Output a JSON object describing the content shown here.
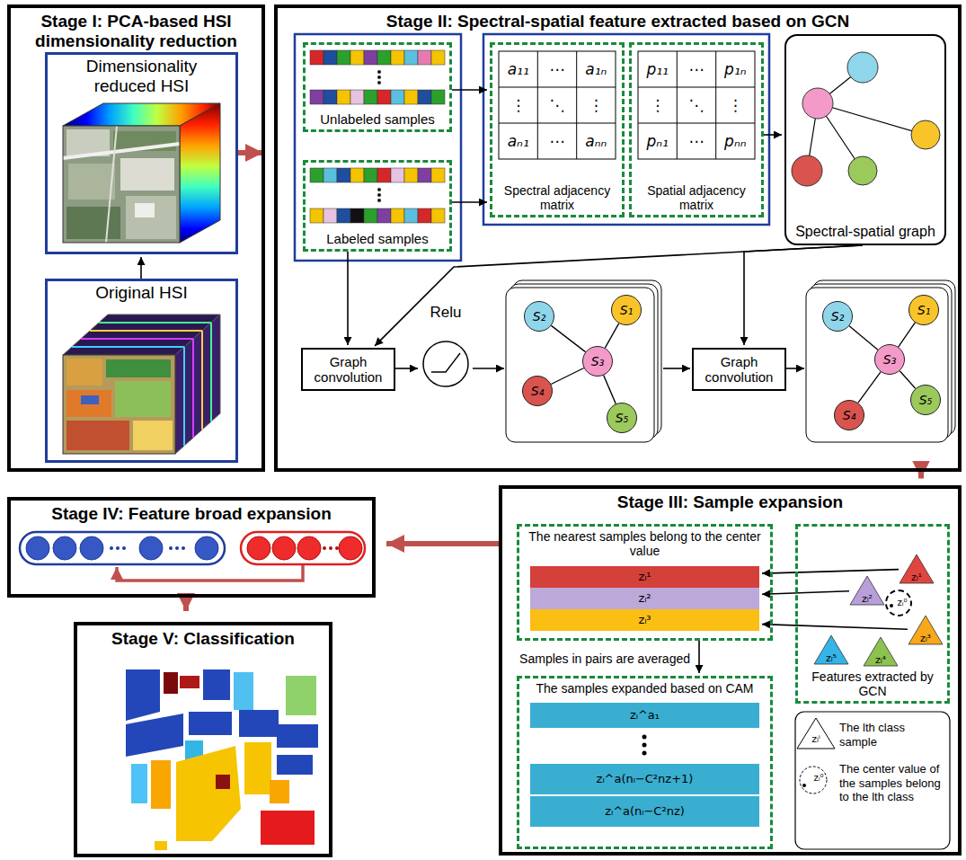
{
  "diagram": {
    "nodes": [
      {
        "text": [
          "Stage I: PCA-based HSI dimensionality reduction"
        ]
      },
      {
        "text": [
          "Dimensionality reduced HSI"
        ],
        "in": 0
      },
      {
        "text": [
          "Original HSI"
        ],
        "in": 0
      },
      {
        "text": [
          "Stage II: Spectral-spatial feature extracted based on GCN"
        ]
      },
      {
        "text": [
          "Unlabeled samples"
        ],
        "in": 3
      },
      {
        "text": [
          "Labeled samples"
        ],
        "in": 3
      },
      {
        "text": [
          "Spectral adjacency matrix"
        ],
        "in": 3
      },
      {
        "text": [
          "Spatial adjacency matrix"
        ],
        "in": 3
      },
      {
        "text": [
          "Spectral-spatial graph"
        ],
        "in": 3
      },
      {
        "text": [
          "Graph convolution"
        ],
        "in": 3
      },
      {
        "text": [
          "Relu"
        ],
        "in": 3
      },
      {
        "text": [
          "S₂"
        ],
        "in": 3
      },
      {
        "text": [
          "S₁"
        ],
        "in": 3
      },
      {
        "text": [
          "S₃"
        ],
        "in": 3
      },
      {
        "text": [
          "S₄"
        ],
        "in": 3
      },
      {
        "text": [
          "S₅"
        ],
        "in": 3
      },
      {
        "text": [
          "Graph convolution"
        ],
        "in": 3
      },
      {
        "text": [
          "S₂"
        ],
        "in": 3
      },
      {
        "text": [
          "S₁"
        ],
        "in": 3
      },
      {
        "text": [
          "S₃"
        ],
        "in": 3
      },
      {
        "text": [
          "S₅"
        ],
        "in": 3
      },
      {
        "text": [
          "S₄"
        ],
        "in": 3
      },
      {
        "text": [
          "Stage III: Sample expansion"
        ]
      },
      {
        "text": [
          "The nearest samples belong to the center value"
        ],
        "in": 22
      },
      {
        "text": [
          "zₗ¹"
        ],
        "in": 23
      },
      {
        "text": [
          "zₗ²"
        ],
        "in": 23
      },
      {
        "text": [
          "zₗ³"
        ],
        "in": 23
      },
      {
        "text": [
          "Features extracted by GCN"
        ],
        "in": 22
      },
      {
        "text": [
          "zₗ¹"
        ],
        "in": 27
      },
      {
        "text": [
          "zₗ²"
        ],
        "in": 27
      },
      {
        "text": [
          "zₗ⁰"
        ],
        "in": 27
      },
      {
        "text": [
          "zₗ³"
        ],
        "in": 27
      },
      {
        "text": [
          "zₗ⁵"
        ],
        "in": 27
      },
      {
        "text": [
          "zₗ⁴"
        ],
        "in": 27
      },
      {
        "text": [
          "The samples expanded based on CAM"
        ],
        "in": 22
      },
      {
        "text": [
          "zₗ^a₁"
        ],
        "in": 34
      },
      {
        "text": [
          "zₗ^a(nₗ−C²nz+1)"
        ],
        "in": 34
      },
      {
        "text": [
          "zₗ^a(nₗ−C²nz)"
        ],
        "in": 34
      },
      {
        "text": [
          "Stage IV: Feature broad expansion"
        ]
      },
      {
        "text": [
          "Stage V: Classification"
        ]
      }
    ],
    "edges": [
      {
        "from": 2,
        "to": 1,
        "arrow": "to"
      },
      {
        "from": 1,
        "to": 3,
        "arrow": "to"
      },
      {
        "from": 4,
        "to": 6,
        "arrow": "to"
      },
      {
        "from": 5,
        "to": 6,
        "arrow": "to"
      },
      {
        "from": 7,
        "to": 8,
        "arrow": "to"
      },
      {
        "from": 5,
        "to": 9,
        "arrow": "to"
      },
      {
        "from": 8,
        "to": 9,
        "arrow": "to"
      },
      {
        "from": 9,
        "to": 10,
        "arrow": "to"
      },
      {
        "from": 8,
        "to": 16,
        "arrow": "to"
      },
      {
        "from": 13,
        "to": 11,
        "arrow": "none"
      },
      {
        "from": 13,
        "to": 12,
        "arrow": "none"
      },
      {
        "from": 13,
        "to": 14,
        "arrow": "none"
      },
      {
        "from": 13,
        "to": 15,
        "arrow": "none"
      },
      {
        "from": 19,
        "to": 17,
        "arrow": "none"
      },
      {
        "from": 19,
        "to": 18,
        "arrow": "none"
      },
      {
        "from": 19,
        "to": 20,
        "arrow": "none"
      },
      {
        "from": 19,
        "to": 21,
        "arrow": "none"
      },
      {
        "from": 3,
        "to": 22,
        "arrow": "to"
      },
      {
        "from": 28,
        "to": 24,
        "arrow": "to"
      },
      {
        "from": 29,
        "to": 25,
        "arrow": "to"
      },
      {
        "from": 31,
        "to": 26,
        "arrow": "to"
      },
      {
        "from": 23,
        "to": 34,
        "arrow": "to",
        "label": "Samples in pairs are averaged"
      },
      {
        "from": 22,
        "to": 38,
        "arrow": "to"
      },
      {
        "from": 38,
        "to": 39,
        "arrow": "to"
      }
    ],
    "labels": [
      "a₁₁",
      "⋯",
      "a₁ₙ",
      "⋮",
      "⋱",
      "⋮",
      "aₙ₁",
      "⋯",
      "aₙₙ",
      "p₁₁",
      "⋯",
      "p₁ₙ",
      "⋮",
      "⋱",
      "⋮",
      "pₙ₁",
      "⋯",
      "pₙₙ",
      "zₗⁱ",
      "zₗ⁰"
    ],
    "legend": [
      {
        "text": "The lth class sample"
      },
      {
        "text": "The center value of the samples belong to the lth class"
      }
    ]
  }
}
